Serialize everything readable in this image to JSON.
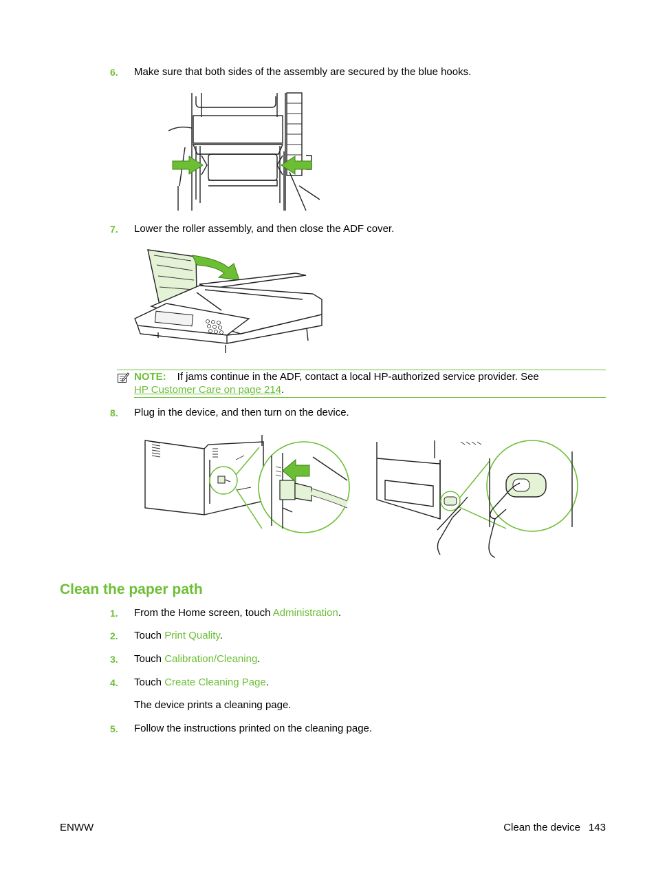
{
  "steps_top": [
    {
      "number": "6.",
      "text": "Make sure that both sides of the assembly are secured by the blue hooks."
    },
    {
      "number": "7.",
      "text": "Lower the roller assembly, and then close the ADF cover."
    },
    {
      "number": "8.",
      "text": "Plug in the device, and then turn on the device."
    }
  ],
  "note": {
    "label": "NOTE:",
    "text": "If jams continue in the ADF, contact a local HP-authorized service provider. See",
    "link": "HP Customer Care on page 214",
    "end": "."
  },
  "section": {
    "heading": "Clean the paper path",
    "steps": [
      {
        "number": "1.",
        "prefix": "From the Home screen, touch ",
        "ui": "Administration",
        "suffix": "."
      },
      {
        "number": "2.",
        "prefix": "Touch ",
        "ui": "Print Quality",
        "suffix": "."
      },
      {
        "number": "3.",
        "prefix": "Touch ",
        "ui": "Calibration/Cleaning",
        "suffix": "."
      },
      {
        "number": "4.",
        "prefix": "Touch ",
        "ui": "Create Cleaning Page",
        "suffix": "."
      },
      {
        "number": "5.",
        "text": "Follow the instructions printed on the cleaning page."
      }
    ],
    "result": "The device prints a cleaning page."
  },
  "footer": {
    "left": "ENWW",
    "section_name": "Clean the device",
    "page_number": "143"
  },
  "colors": {
    "accent": "#6cbf35",
    "illustration_fill": "#e4f2d6"
  },
  "icons": {
    "note": "note-pencil-icon"
  }
}
